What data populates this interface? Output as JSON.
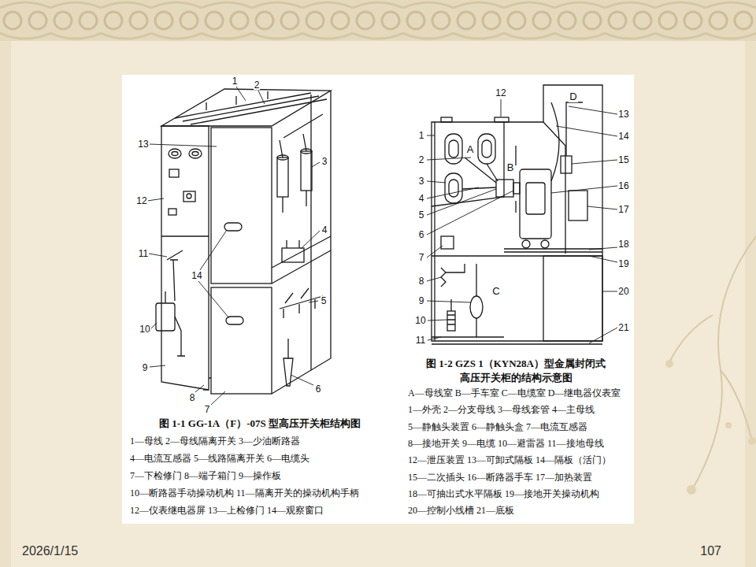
{
  "diagram": {
    "labels": [
      "1",
      "2",
      "13",
      "12",
      "11",
      "10",
      "9",
      "8",
      "7",
      "6",
      "5",
      "4",
      "3",
      "14",
      "图 1-1  GG-1A（F）-07S 型高压开关柜结构图",
      "1—母线  2—母线隔离开关  3—少油断路器",
      "4—电流互感器  5—线路隔离开关  6—电缆头",
      "7—下检修门  8—端子箱门  9—操作板",
      "10—断路器手动操动机构  11—隔离开关的操动机构手柄",
      "12—仪表继电器屏  13—上检修门  14—观察窗口",
      "12",
      "1",
      "2",
      "3",
      "4",
      "5",
      "6",
      "7",
      "8",
      "9",
      "10",
      "11",
      "13",
      "14",
      "15",
      "16",
      "17",
      "18",
      "19",
      "20",
      "21",
      "A",
      "B",
      "C",
      "D",
      "图 1-2  GZS 1（KYN28A）型金属封闭式",
      "高压开关柜的结构示意图",
      "A—母线室  B—手车室  C—电缆室  D—继电器仪表室",
      "1—外壳  2—分支母线  3—母线套管  4—主母线",
      "5—静触头装置  6—静触头盒  7—电流互感器",
      "8—接地开关  9—电缆  10—避雷器  11—接地母线",
      "12—泄压装置  13—可卸式隔板  14—隔板（活门）",
      "15—二次插头  16—断路器手车  17—加热装置",
      "18—可抽出式水平隔板  19—接地开关操动机构",
      "20—控制小线槽  21—底板",
      "2026/1/15",
      "107"
    ]
  }
}
